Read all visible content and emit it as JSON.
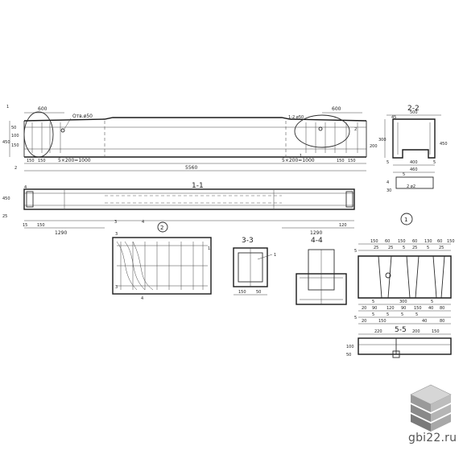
{
  "main_view": {
    "dim_600_left": "600",
    "hole_label": "Отв.ø50",
    "dim_600_right": "600",
    "rod_label": "1-2 ø50",
    "dim_spacing_left": "5×200=1000",
    "dim_spacing_right": "5×200=1000",
    "dim_total": "5560",
    "dim_150_left": "150",
    "dim_150_left_b": "150",
    "dim_150_right": "150",
    "dim_150_right_b": "150",
    "dim_450": "450",
    "dim_50": "50",
    "dim_100": "100",
    "dim_150_v": "150",
    "dim_200_right": "200",
    "dim_25": "25",
    "cut_1": "1",
    "cut_2": "2",
    "cut_1_right": "1",
    "cut_2_right": "2"
  },
  "section_1_1": {
    "title": "1-1",
    "dim_1290_left": "1290",
    "dim_1290_right": "1290",
    "dim_150": "150",
    "dim_120": "120",
    "dim_450_v": "450",
    "dim_25_v": "25",
    "cut_3": "3",
    "cut_4": "4",
    "mark_4": "4",
    "callout_1": "1",
    "callout_2": "2",
    "dim_15": "15"
  },
  "section_2_2": {
    "title": "2-2",
    "dim_500": "500",
    "dim_460": "460",
    "dim_300": "300",
    "dim_400": "400",
    "dim_450": "450",
    "dim_45": "45",
    "dim_5": "5",
    "dim_5_b": "5",
    "dim_30": "30",
    "dim_5_c": "5",
    "label_note": "2 ø2",
    "mark_4": "4"
  },
  "detail_2": {
    "mark_3_top": "3",
    "mark_3_bottom": "3",
    "mark_4": "4",
    "mark_1": "1"
  },
  "section_3_3": {
    "title": "3-3",
    "dim_150": "150",
    "dim_50": "50",
    "mark_1": "1"
  },
  "section_4_4": {
    "title": "4-4"
  },
  "detail_1": {
    "top_dims": [
      "150",
      "60",
      "150",
      "60",
      "130",
      "60",
      "150"
    ],
    "row2_dims": [
      "25",
      "25",
      "5",
      "25",
      "5",
      "25"
    ],
    "row3_dims": [
      "5",
      "300",
      "5"
    ],
    "row4_dims": [
      "20",
      "90",
      "120",
      "90",
      "150",
      "40",
      "80"
    ],
    "row5_dims": [
      "5",
      "5",
      "5",
      "5"
    ],
    "row6_dims": [
      "20",
      "150",
      "40",
      "80"
    ],
    "dim_5_left": "5",
    "dim_5_left_b": "5"
  },
  "section_5_5": {
    "title": "5-5",
    "dim_220": "220",
    "dim_200": "200",
    "dim_150": "150",
    "dim_100_v": "100",
    "dim_50_v": "50"
  },
  "watermark": {
    "text": "gbi22.ru"
  },
  "colors": {
    "line": "#2b2b2b",
    "paper": "#ffffff",
    "logo_light": "#cfcfcf",
    "logo_dark": "#8a8a8a"
  }
}
